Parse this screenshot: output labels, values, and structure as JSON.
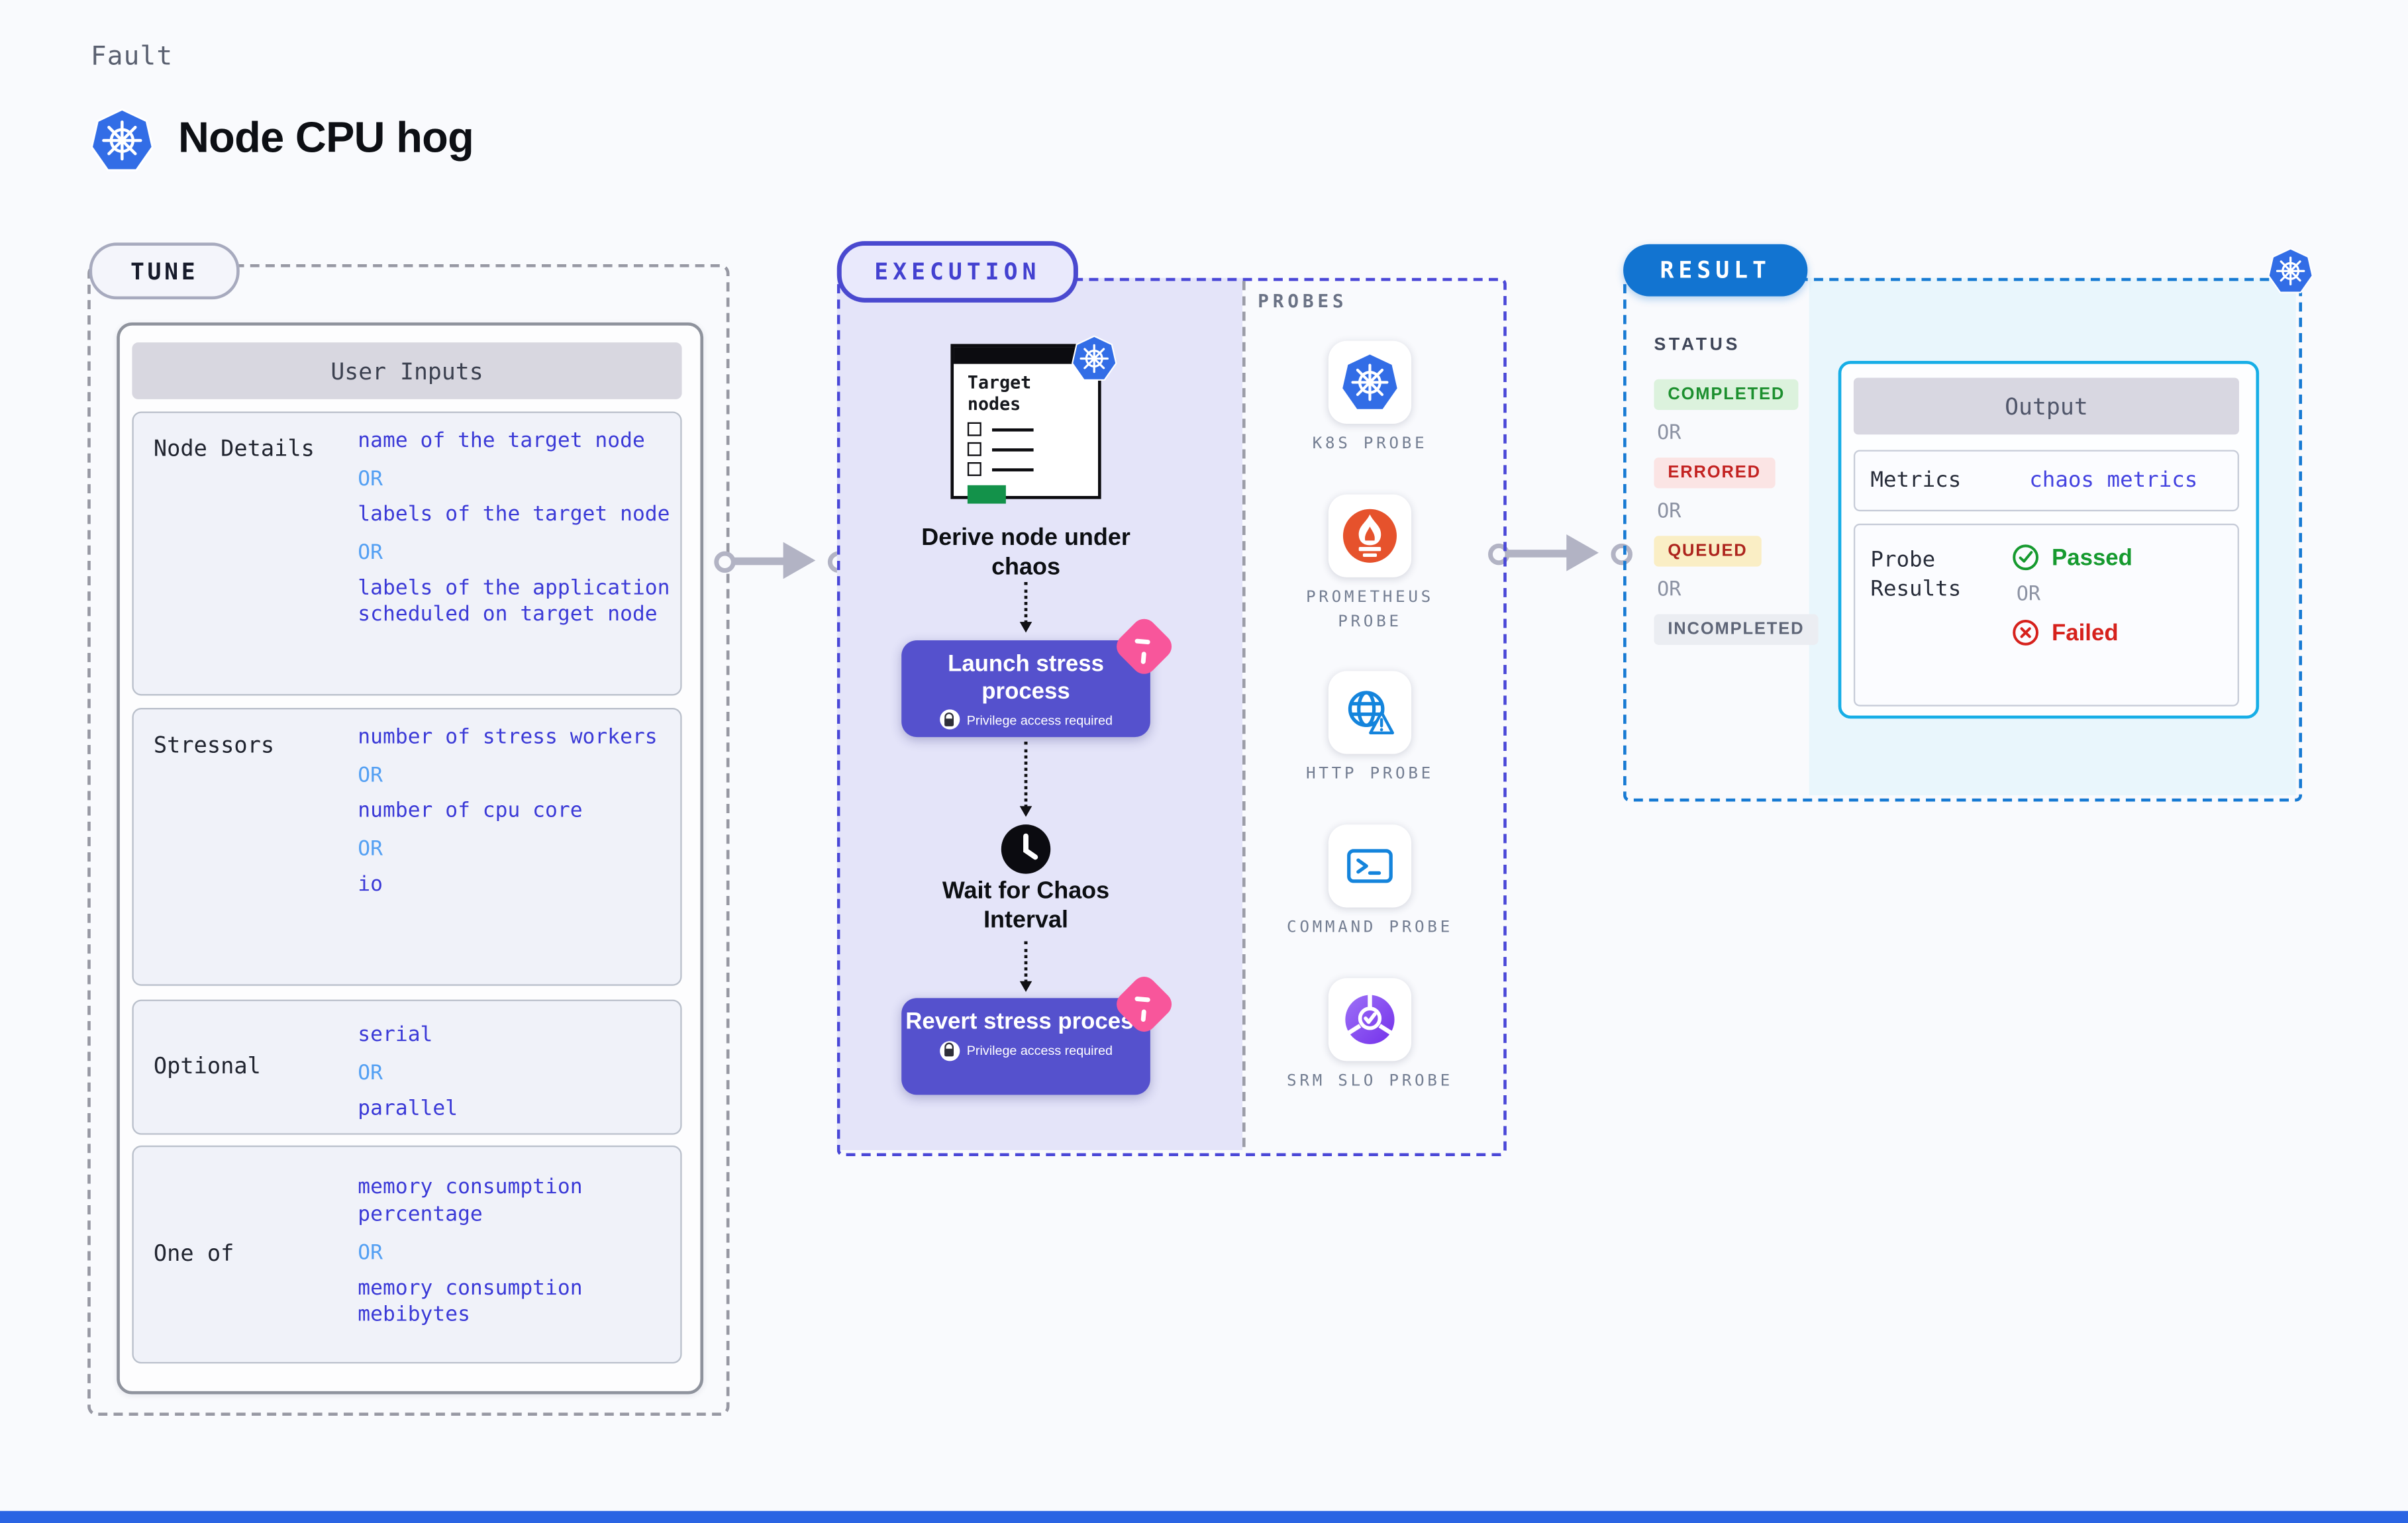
{
  "page": {
    "kicker": "Fault",
    "title": "Node CPU hog"
  },
  "or_label": "OR",
  "tune": {
    "badge": "TUNE",
    "table_title": "User Inputs",
    "rows": [
      {
        "label": "Node Details",
        "values": [
          "name of the target node",
          "labels of the target node",
          "labels of the application scheduled on target node"
        ]
      },
      {
        "label": "Stressors",
        "values": [
          "number of stress workers",
          "number of cpu core",
          "io"
        ]
      },
      {
        "label": "Optional",
        "values": [
          "serial",
          "parallel"
        ]
      },
      {
        "label": "One of",
        "values": [
          "memory consumption percentage",
          "memory consumption mebibytes"
        ]
      }
    ]
  },
  "execution": {
    "badge": "EXECUTION",
    "target_card_title": "Target nodes",
    "derive_label": "Derive node under chaos",
    "launch_label": "Launch stress process",
    "wait_label": "Wait for Chaos Interval",
    "revert_label": "Revert stress process",
    "privilege_label": "Privilege access required"
  },
  "probes": {
    "label": "PROBES",
    "items": [
      {
        "label": "K8S PROBE",
        "icon": "kubernetes-probe-icon"
      },
      {
        "label": "PROMETHEUS PROBE",
        "icon": "prometheus-probe-icon"
      },
      {
        "label": "HTTP PROBE",
        "icon": "http-probe-icon"
      },
      {
        "label": "COMMAND PROBE",
        "icon": "command-probe-icon"
      },
      {
        "label": "SRM SLO PROBE",
        "icon": "srm-slo-probe-icon"
      }
    ]
  },
  "result": {
    "badge": "RESULT",
    "status_label": "STATUS",
    "statuses": [
      "COMPLETED",
      "ERRORED",
      "QUEUED",
      "INCOMPLETED"
    ],
    "output": {
      "title": "Output",
      "metrics_label": "Metrics",
      "metrics_value": "chaos metrics",
      "probe_results_label": "Probe Results",
      "passed_label": "Passed",
      "failed_label": "Failed"
    }
  },
  "colors": {
    "kubernetes_blue": "#326de6",
    "execution_indigo": "#4a47d7",
    "button_indigo": "#5551cd",
    "lavender_panel": "#e4e4f9",
    "result_blue": "#1274d1",
    "output_cyan_border": "#17aee6",
    "result_panel_cyan": "#e9f6fc",
    "value_blue": "#3b3ad7",
    "or_blue": "#54a0f3",
    "passed_green": "#169a2f",
    "failed_red": "#d6211c",
    "completed_bg": "#dcf2dd",
    "completed_fg": "#1c8f2e",
    "errored_bg": "#fbe4e4",
    "errored_fg": "#c32322",
    "queued_bg": "#faeec5",
    "queued_fg": "#ad241d",
    "incompleted_bg": "#ebedf2",
    "incompleted_fg": "#5e6577",
    "prometheus_orange": "#e6522c",
    "ribbon_pink": "#f8569b",
    "progress_green": "#13924a",
    "arrow_gray": "#b2b3c4"
  }
}
